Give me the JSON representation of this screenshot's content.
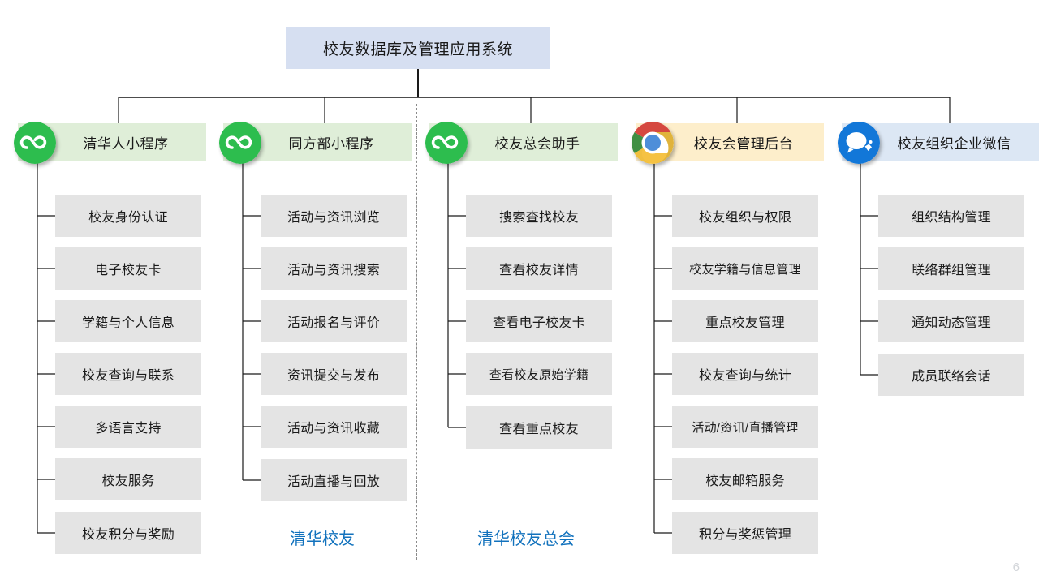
{
  "slide": {
    "title": "校友数据库及管理应用系统",
    "page_number": "6",
    "accent_blue": "#1272bd",
    "title_bg": "#d6dff1",
    "leaf_bg": "#e4e4e4"
  },
  "columns": [
    {
      "header": "清华人小程序",
      "icon": "wechat-miniprogram-icon",
      "header_bg": "#dfeed8",
      "items": [
        "校友身份认证",
        "电子校友卡",
        "学籍与个人信息",
        "校友查询与联系",
        "多语言支持",
        "校友服务",
        "校友积分与奖励"
      ]
    },
    {
      "header": "同方部小程序",
      "icon": "wechat-miniprogram-icon",
      "header_bg": "#dfeed8",
      "items": [
        "活动与资讯浏览",
        "活动与资讯搜索",
        "活动报名与评价",
        "资讯提交与发布",
        "活动与资讯收藏",
        "活动直播与回放"
      ]
    },
    {
      "header": "校友总会助手",
      "icon": "wechat-miniprogram-icon",
      "header_bg": "#dfeed8",
      "items": [
        "搜索查找校友",
        "查看校友详情",
        "查看电子校友卡",
        "查看校友原始学籍",
        "查看重点校友"
      ]
    },
    {
      "header": "校友会管理后台",
      "icon": "chrome-browser-icon",
      "header_bg": "#fdeecb",
      "items": [
        "校友组织与权限",
        "校友学籍与信息管理",
        "重点校友管理",
        "校友查询与统计",
        "活动/资讯/直播管理",
        "校友邮箱服务",
        "积分与奖惩管理"
      ]
    },
    {
      "header": "校友组织企业微信",
      "icon": "wecom-icon",
      "header_bg": "#dce7f4",
      "items": [
        "组织结构管理",
        "联络群组管理",
        "通知动态管理",
        "成员联络会话"
      ]
    }
  ],
  "captions": [
    {
      "text": "清华校友"
    },
    {
      "text": "清华校友总会"
    }
  ]
}
